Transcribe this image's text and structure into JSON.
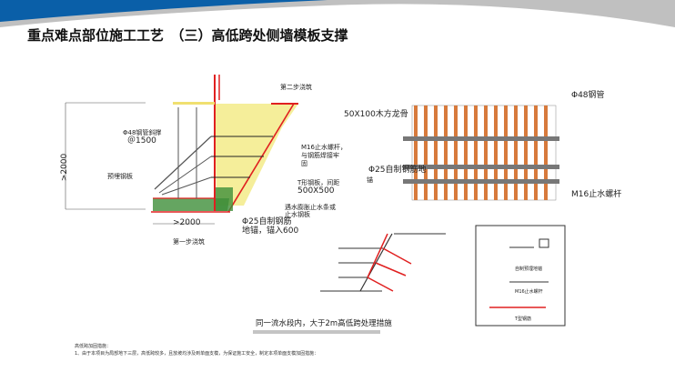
{
  "header": {
    "title": "重点难点部位施工工艺　（三）高低跨处侧墙模板支撑"
  },
  "colors": {
    "banner_blue": "#0a5fa8",
    "banner_gray": "#c0c0c0",
    "concrete_yellow": "#f5ee9a",
    "concrete_green": "#3f8f3a",
    "timber_orange": "#d77a3c",
    "rebar_red": "#e02020"
  },
  "diagram_left": {
    "step2": "第二步浇筑",
    "pipe": "Φ48钢管斜撑",
    "spacing": "＠1500",
    "bolt": "M16止水螺杆，",
    "bolt2": "与钢筋焊接牢",
    "bolt3": "固",
    "tplate": "T形钢板，间距",
    "tsize": "500X500",
    "height": ">2000",
    "width": ">2000",
    "plate": "预埋钢板",
    "waterstop": "遇水膨胀止水条或",
    "waterstop2": "止水钢板",
    "rebar": "Φ25自制钢筋",
    "anchor": "地锚，锚入600",
    "step1": "第一步浇筑"
  },
  "diagram_right": {
    "timber": "50X100木方龙骨",
    "pipe": "Φ48钢管",
    "rebar": "Φ25自制钢筋地",
    "rebar2": "锚",
    "bolt": "M16止水螺杆"
  },
  "diagram_mid": {
    "caption": "同一流水段内，大于2m高低跨处理措施"
  },
  "diagram_detail": {
    "anchor": "自制预埋地锚",
    "bolt": "M16止水螺杆",
    "plate": "T型钢筋"
  },
  "notes": {
    "heading": "高低跨加固措施：",
    "line1": "1、由于本项目为局部地下三层，高低跨较多，且放坡均涉及到单面支模，为保证施工安全，制定本项单面支模加固措施："
  }
}
